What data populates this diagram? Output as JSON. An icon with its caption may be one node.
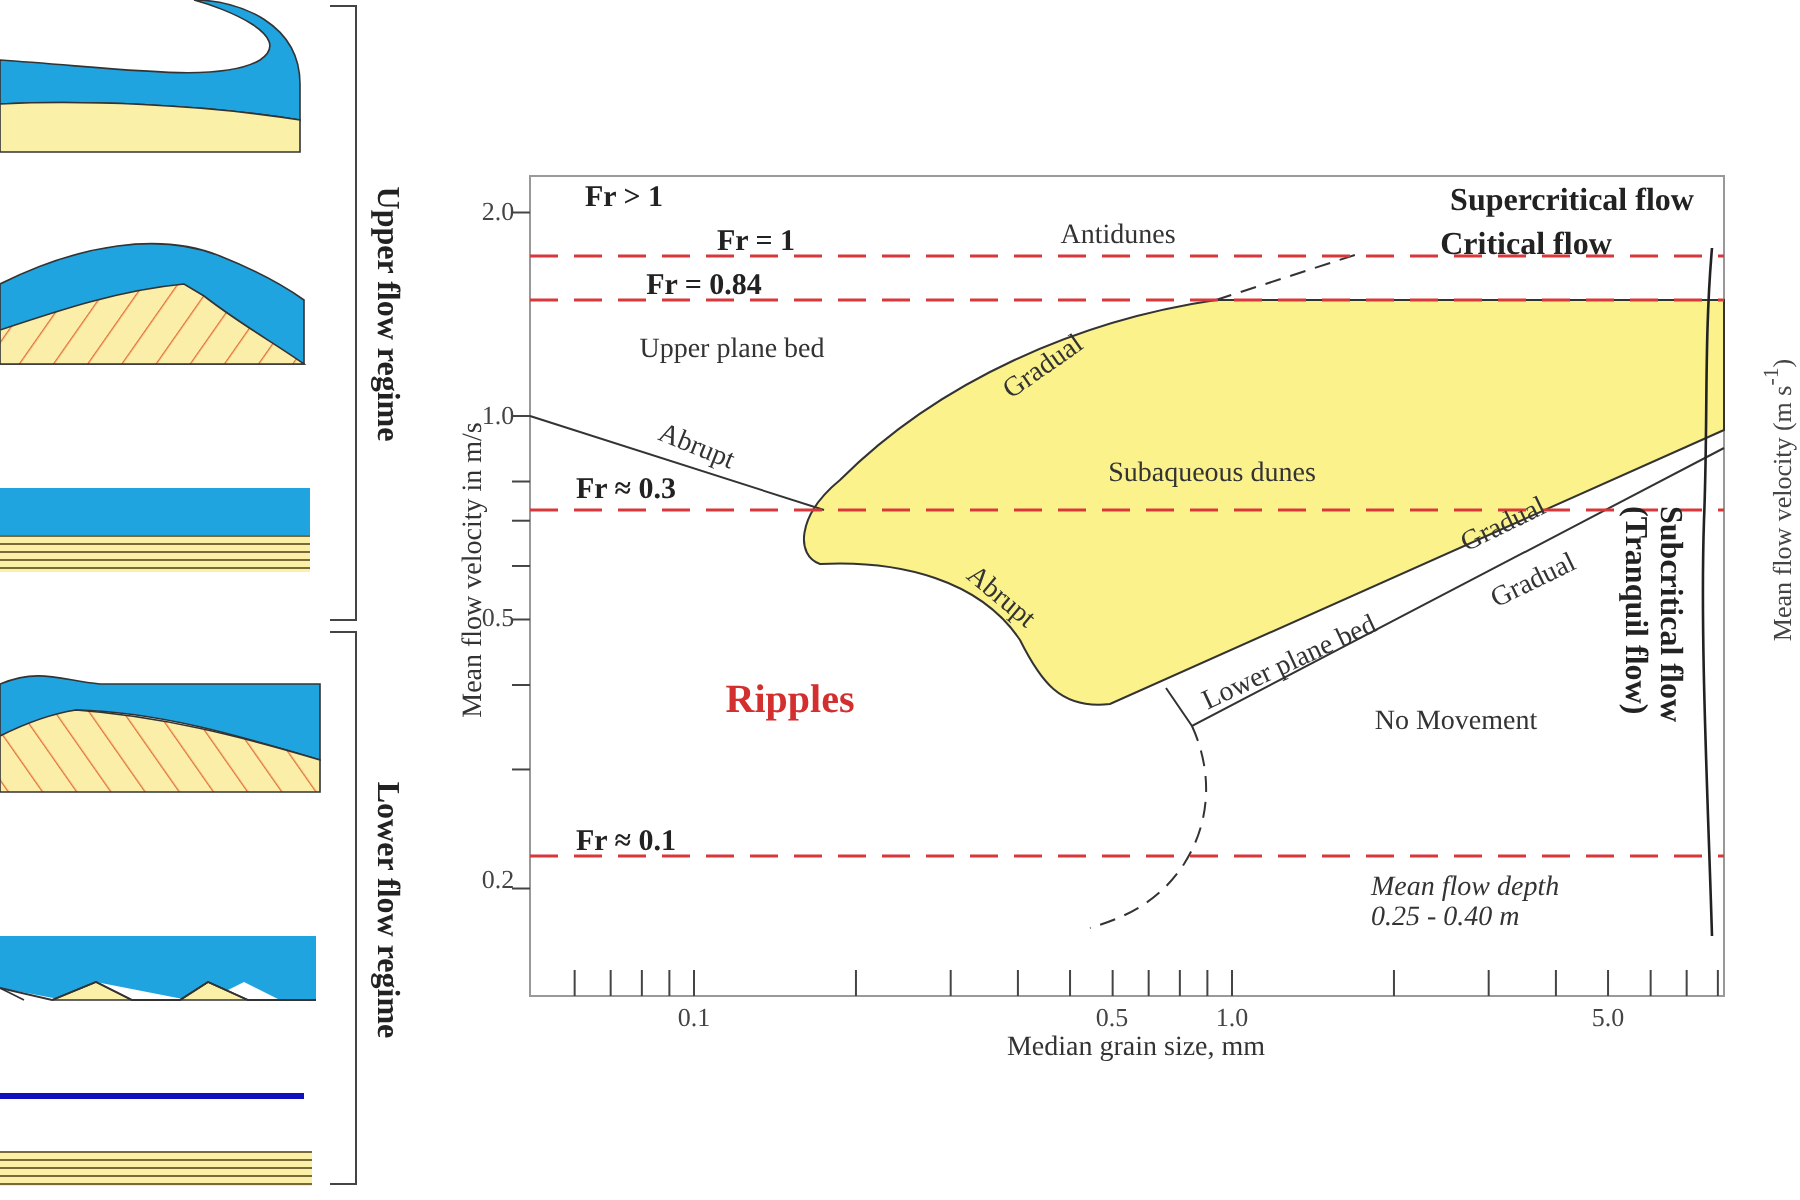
{
  "diagram": {
    "labels": [
      "Upper flow regime",
      "Lower flow regime",
      "Fr > 1",
      "Supercritical flow",
      "Fr = 1",
      "Antidunes",
      "Critical flow",
      "Fr = 0.84",
      "2.0",
      "Upper plane bed",
      "Gradual",
      "1.0",
      "Abrupt",
      "Subaqueous dunes",
      "Fr ≈ 0.3",
      "Gradual",
      "0.5",
      "Abrupt",
      "Gradual",
      "Lower plane bed",
      "Ripples",
      "No Movement",
      "Subcritical flow (Tranquil flow)",
      "Fr ≈ 0.1",
      "0.2",
      "Mean flow depth 0.25 - 0.40 m",
      "0.1",
      "0.5",
      "1.0",
      "5.0",
      "Median grain size, mm",
      "Mean flow velocity in m/s",
      "Mean flow velocity (m s$^{-1}$)"
    ]
  }
}
